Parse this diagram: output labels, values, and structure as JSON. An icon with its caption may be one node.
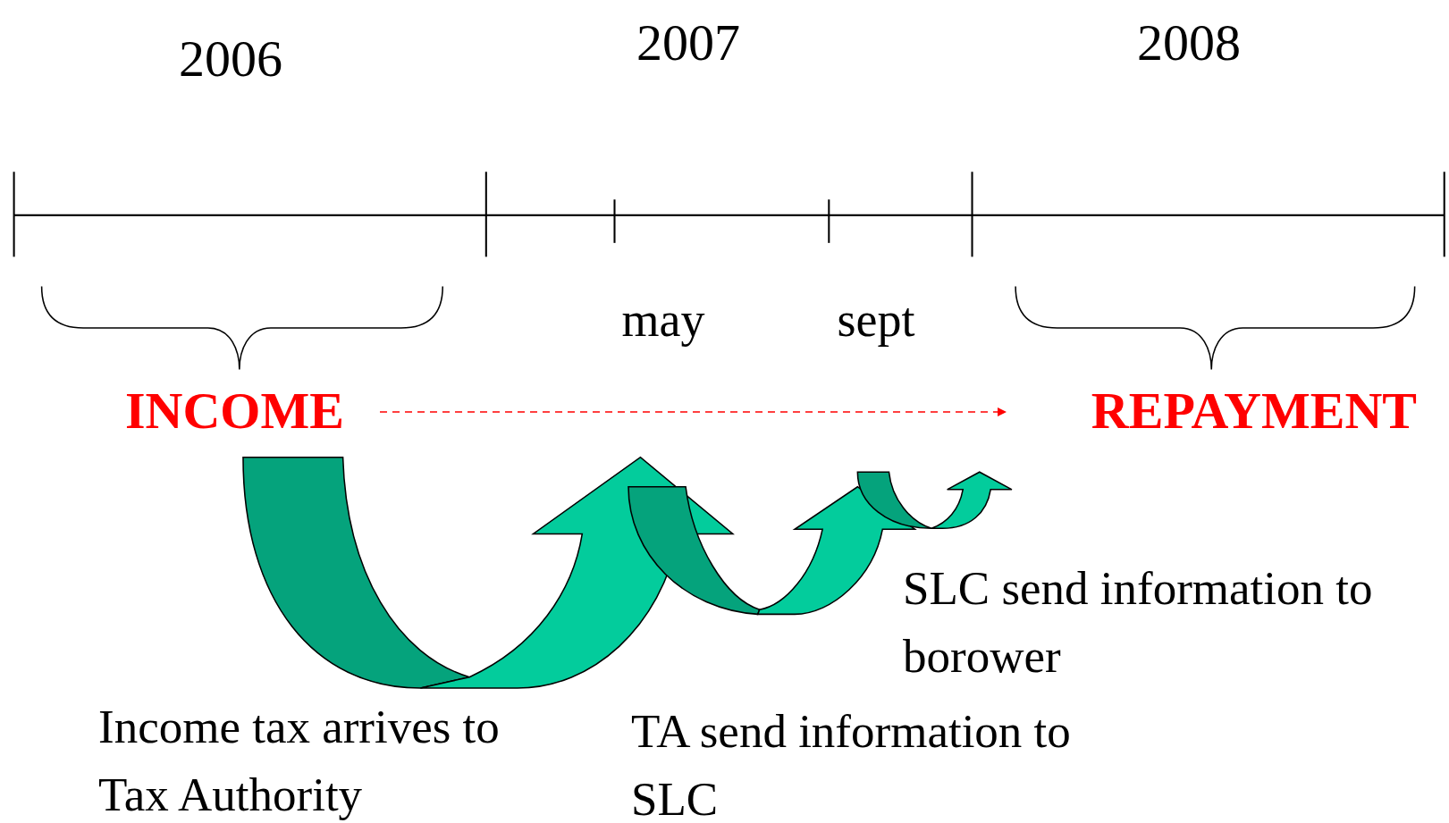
{
  "diagram": {
    "nodes": [
      {
        "text": [
          "INCOME"
        ]
      },
      {
        "text": [
          "REPAYMENT"
        ]
      }
    ],
    "edges": [
      {
        "from": 0,
        "to": 1,
        "arrow": "to",
        "style": "dashed",
        "color": "#ff0000"
      }
    ],
    "labels": [
      "2006",
      "2007",
      "2008",
      "may",
      "sept",
      "Income tax arrives to Tax Authority",
      "TA send information to SLC",
      "SLC send information to borower"
    ]
  }
}
